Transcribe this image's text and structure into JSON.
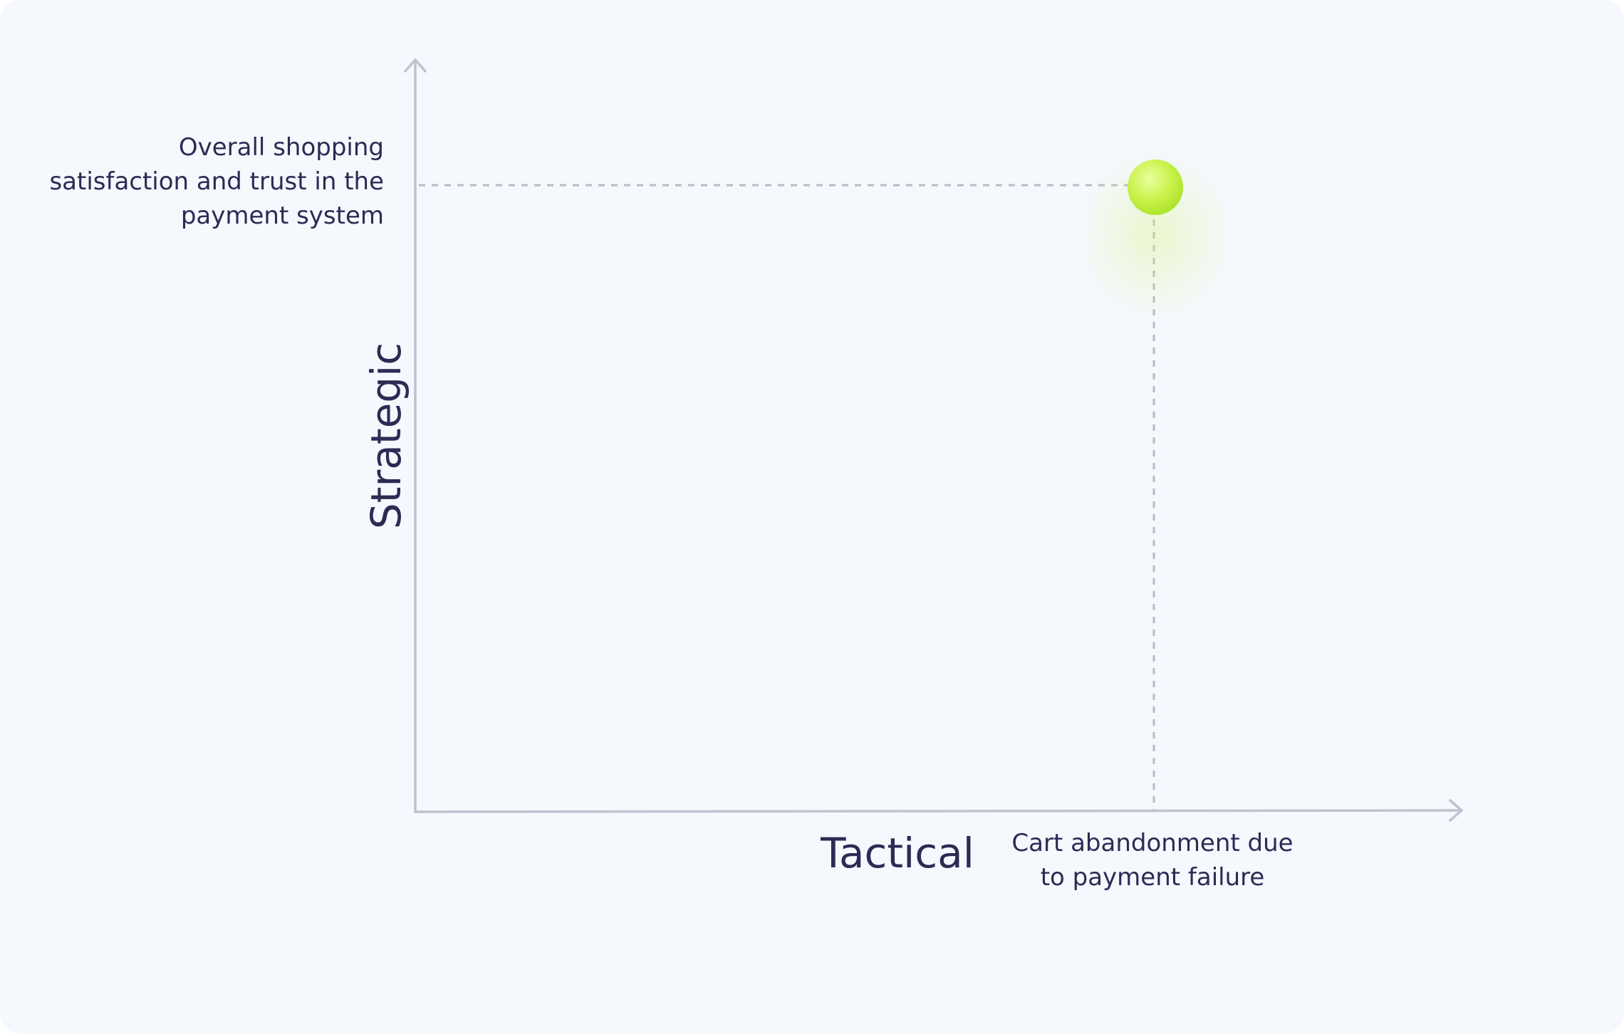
{
  "colors": {
    "background": "#f5f8fc",
    "axis": "#c0c2d0",
    "guide": "#b8bac4",
    "text": "#2b2b55",
    "point": "#c6f24a",
    "point_highlight": "#e8ff9a"
  },
  "axes": {
    "x_title": "Tactical",
    "y_title": "Strategic"
  },
  "point": {
    "x_label": "Cart abandonment due to payment failure",
    "y_label": "Overall shopping satisfaction and trust in the payment system"
  }
}
